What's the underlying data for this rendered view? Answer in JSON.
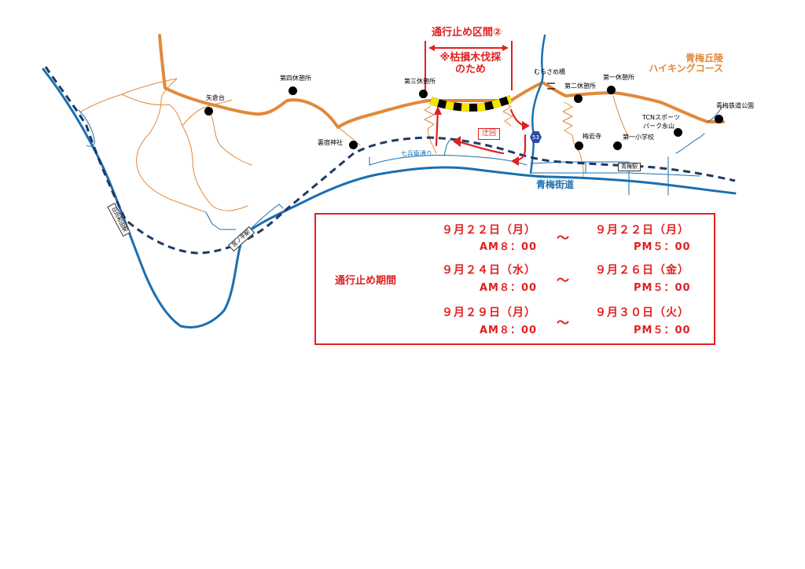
{
  "closure": {
    "title": "通行止め区間②",
    "reason_line1": "※枯損木伐採",
    "reason_line2": "のため",
    "detour": "迂回"
  },
  "course": {
    "line1": "青梅丘陵",
    "line2": "ハイキングコース"
  },
  "places": {
    "yaguradai": "矢倉台",
    "dai4": "第四休憩所",
    "dai3": "第三休憩所",
    "urajuku": "裏宿神社",
    "murasame": "むらさめ橋",
    "dai2": "第二休憩所",
    "dai1": "第一休憩所",
    "park": "青梅鉄道公園",
    "tcn1": "TCNスポーツ",
    "tcn2": "パーク永山",
    "baiganji": "梅岩寺",
    "school": "第一小学校"
  },
  "roads": {
    "shichihei": "七兵衛通り",
    "oume_kaido": "青梅街道",
    "route_no": "53"
  },
  "stations": {
    "oume": "青梅駅",
    "miyanohira": "宮ノ平駅",
    "hinatawada": "日向和田駅"
  },
  "schedule": {
    "period_label": "通行止め期間",
    "separator": "～",
    "rows": [
      {
        "start_date": "９月２２日（月）",
        "start_time": "AM８：00",
        "end_date": "９月２２日（月）",
        "end_time": "PM５：00"
      },
      {
        "start_date": "９月２４日（水）",
        "start_time": "AM８：00",
        "end_date": "９月２６日（金）",
        "end_time": "PM５：00"
      },
      {
        "start_date": "９月２９日（月）",
        "start_time": "AM８：00",
        "end_date": "９月３０日（火）",
        "end_time": "PM５：00"
      }
    ]
  },
  "colors": {
    "hiking_course": "#e2893a",
    "road": "#1a6fb0",
    "railway": "#1f3a66",
    "closure": "#e02020",
    "closed_section": "#f5e300"
  },
  "icons": {
    "place_marker": "black-dot-icon",
    "route_shield": "hexagon-route-icon"
  }
}
